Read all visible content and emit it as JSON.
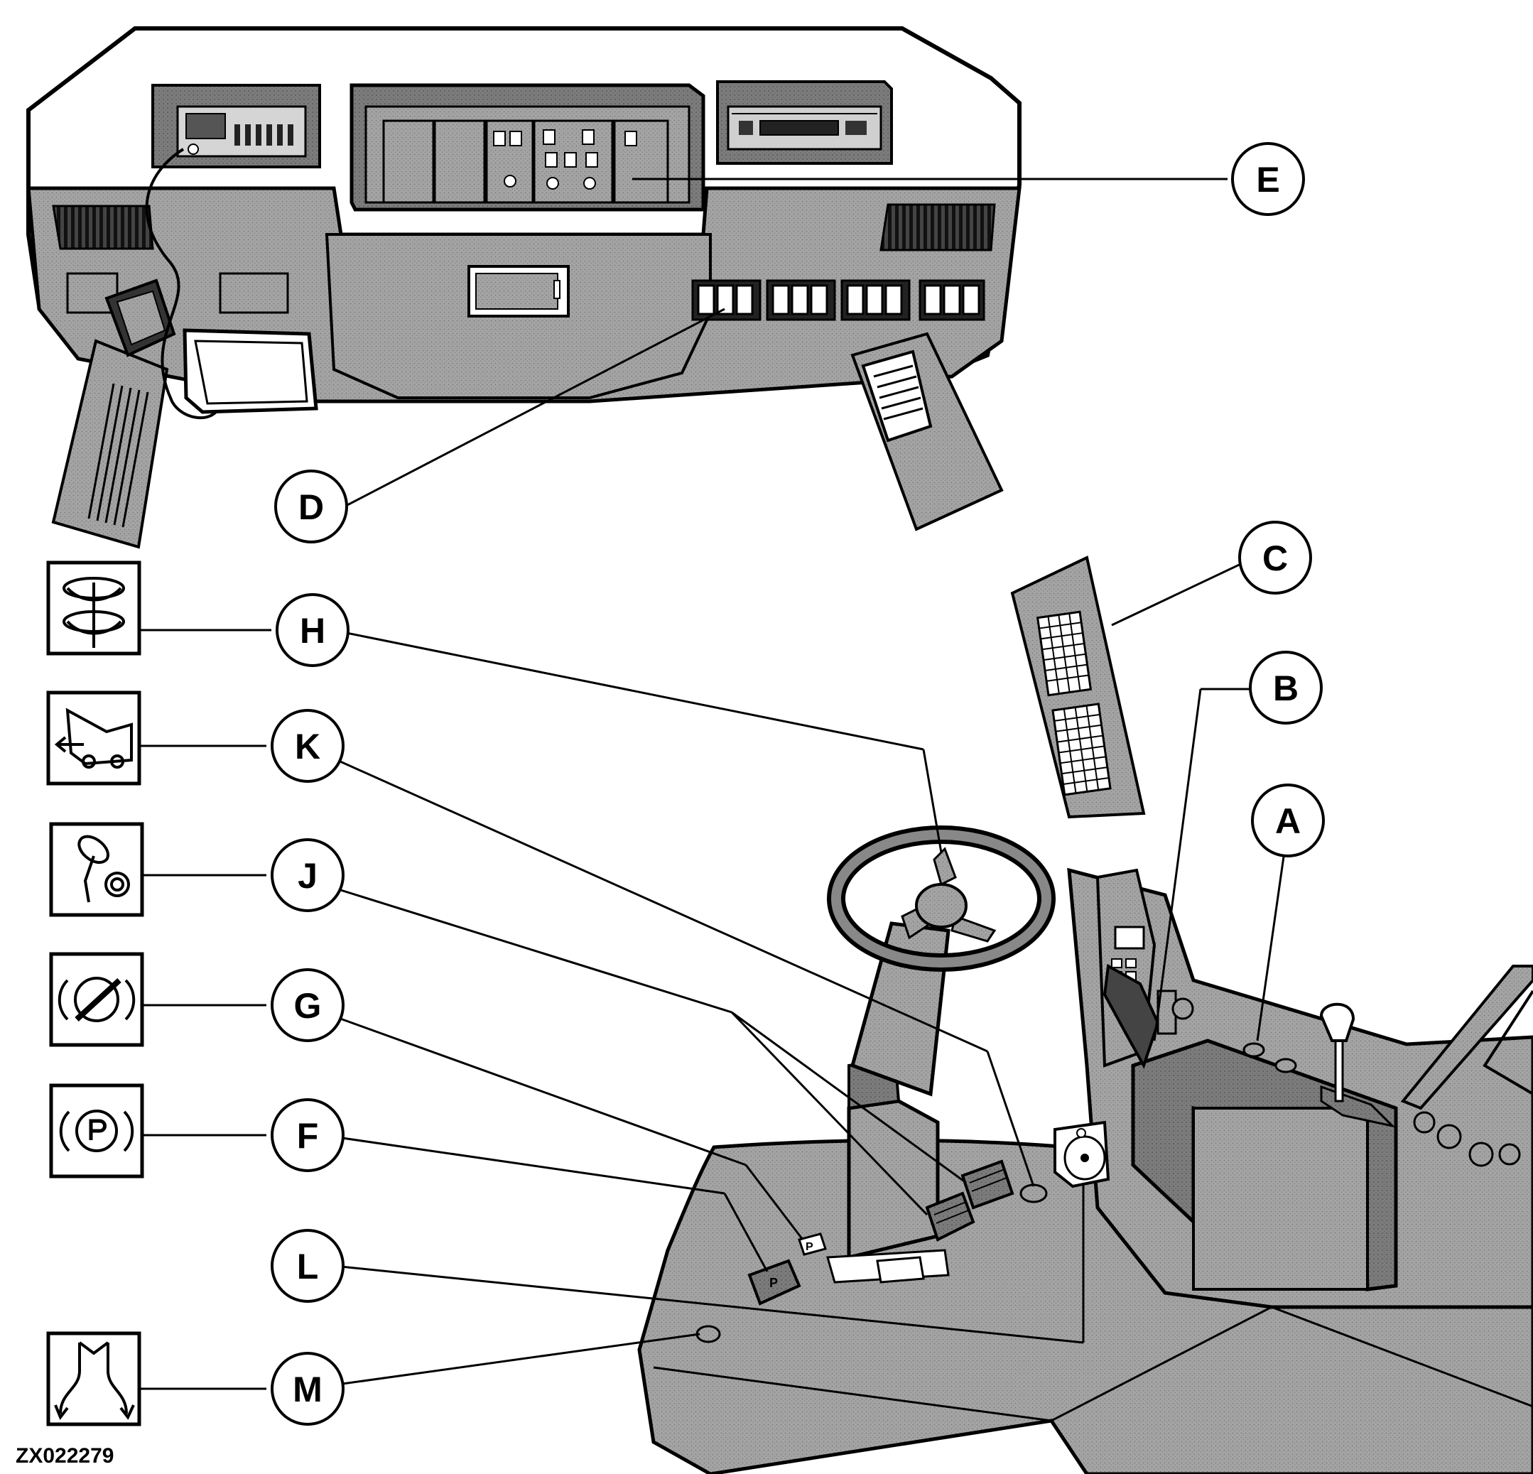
{
  "figure": {
    "code": "ZX022279"
  },
  "callouts": {
    "A": "A",
    "B": "B",
    "C": "C",
    "D": "D",
    "E": "E",
    "F": "F",
    "G": "G",
    "H": "H",
    "J": "J",
    "K": "K",
    "L": "L",
    "M": "M"
  },
  "pedal_labels": {
    "left_pedal": "P",
    "tag": "P"
  },
  "symbols": [
    {
      "callout": "H",
      "icon": "steering-column-adjust-icon"
    },
    {
      "callout": "K",
      "icon": "harvester-reverse-icon"
    },
    {
      "callout": "J",
      "icon": "hydraulic-lever-icon"
    },
    {
      "callout": "G",
      "icon": "parking-brake-release-icon"
    },
    {
      "callout": "F",
      "icon": "parking-brake-icon",
      "text": "P"
    },
    {
      "callout": "M",
      "icon": "spout-direction-icon"
    }
  ],
  "colors": {
    "line": "#000000",
    "panel_fill": "#9a9a9a",
    "panel_dark": "#6e6e6e",
    "panel_light": "#c6c6c6",
    "background": "#ffffff"
  }
}
